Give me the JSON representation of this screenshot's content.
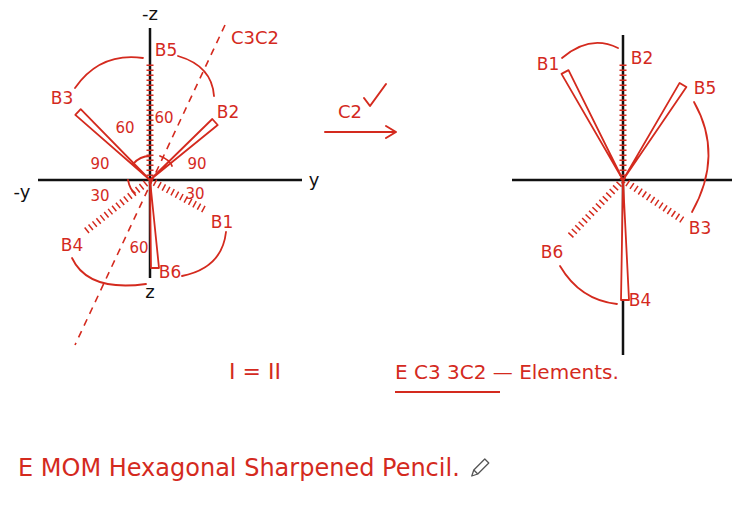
{
  "diagram": {
    "labels": [
      "-z",
      "C3C2",
      "B3",
      "60",
      "B5",
      "60",
      "B2",
      "90",
      "90",
      "-y",
      "y",
      "30",
      "30",
      "B4",
      "60",
      "B1",
      "B6",
      "z",
      "C2",
      "B1",
      "B2",
      "B5",
      "B3",
      "B6",
      "B4",
      "I = II",
      "E C3 3C2 — Elements.",
      "E MOM Hexagonal Sharpened Pencil."
    ]
  }
}
